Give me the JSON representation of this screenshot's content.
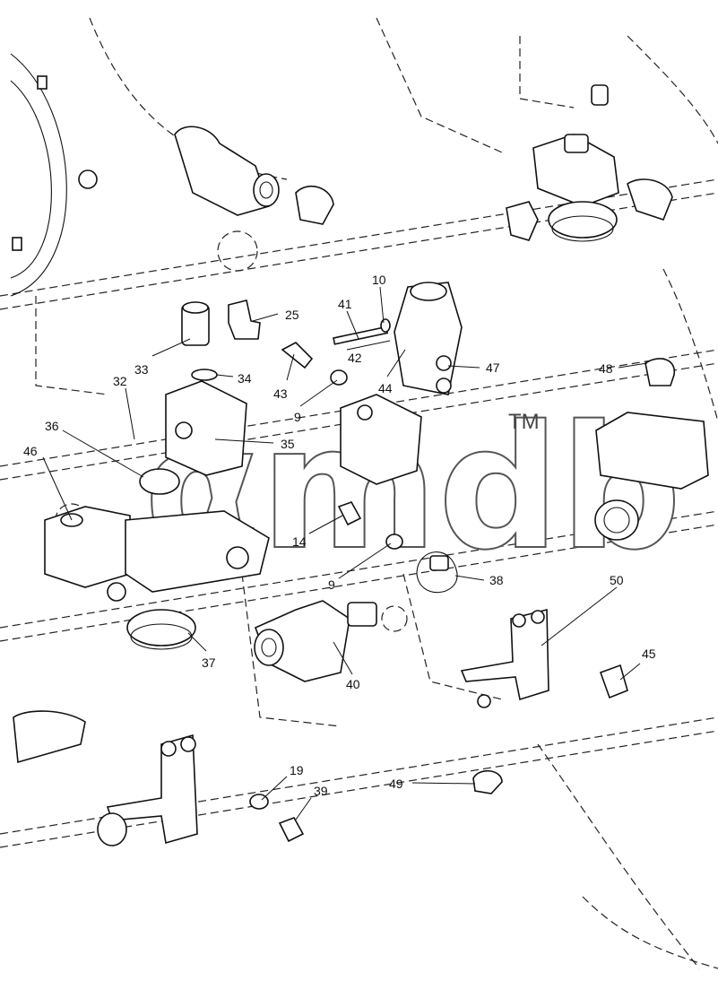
{
  "callouts": [
    {
      "id": "c10",
      "label": "10"
    },
    {
      "id": "c41",
      "label": "41"
    },
    {
      "id": "c25",
      "label": "25"
    },
    {
      "id": "c42",
      "label": "42"
    },
    {
      "id": "c33",
      "label": "33"
    },
    {
      "id": "c47",
      "label": "47"
    },
    {
      "id": "c34",
      "label": "34"
    },
    {
      "id": "c48",
      "label": "48"
    },
    {
      "id": "c32",
      "label": "32"
    },
    {
      "id": "c43",
      "label": "43"
    },
    {
      "id": "c44",
      "label": "44"
    },
    {
      "id": "c9a",
      "label": "9"
    },
    {
      "id": "c36",
      "label": "36"
    },
    {
      "id": "c35",
      "label": "35"
    },
    {
      "id": "c46",
      "label": "46"
    },
    {
      "id": "c14",
      "label": "14"
    },
    {
      "id": "c9b",
      "label": "9"
    },
    {
      "id": "c38",
      "label": "38"
    },
    {
      "id": "c50",
      "label": "50"
    },
    {
      "id": "c45",
      "label": "45"
    },
    {
      "id": "c37",
      "label": "37"
    },
    {
      "id": "c40",
      "label": "40"
    },
    {
      "id": "c19",
      "label": "19"
    },
    {
      "id": "c39",
      "label": "39"
    },
    {
      "id": "c49",
      "label": "49"
    }
  ],
  "watermark": {
    "text": "αmdb",
    "trademark": "TM"
  },
  "colors": {
    "line": "#111111",
    "background": "#ffffff",
    "watermark_outline": "#555555"
  }
}
